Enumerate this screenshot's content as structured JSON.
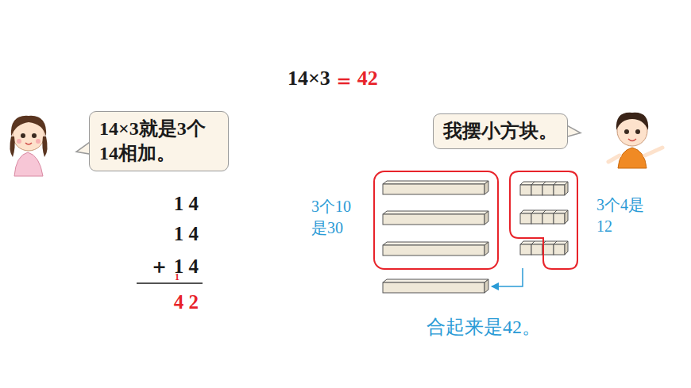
{
  "diagram": {
    "nodes": [
      {
        "text": [
          "14×3就是3个14相加。"
        ]
      },
      {
        "text": [
          "我摆小方块。"
        ]
      },
      {
        "text": [
          "3个10是30"
        ]
      },
      {
        "text": [
          "3个4是12"
        ]
      },
      {
        "text": [
          "合起来是42。"
        ]
      }
    ],
    "edges": [
      {
        "from": 3,
        "to": 4,
        "arrow": "to"
      }
    ],
    "labels": [
      "14×3",
      "＝",
      "42",
      "1 4",
      "1 4",
      "＋ 1 4",
      "1",
      "4 2"
    ]
  }
}
